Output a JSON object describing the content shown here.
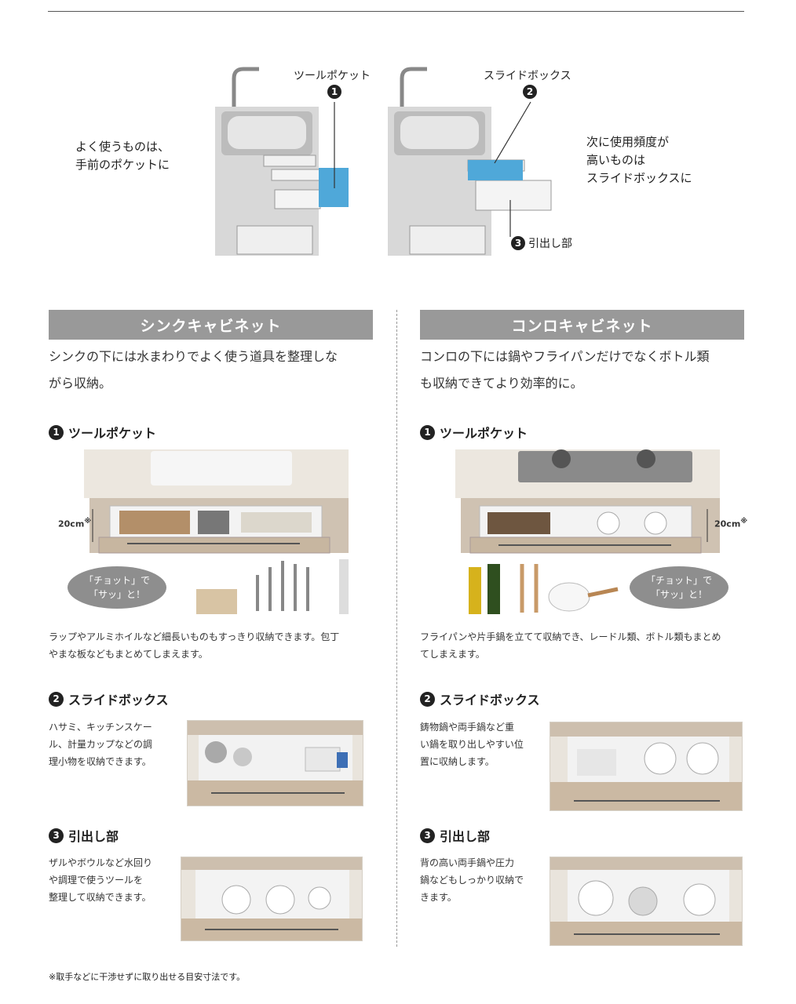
{
  "diagram": {
    "label1": "ツールポケット",
    "label2": "スライドボックス",
    "label3": "引出し部",
    "num1": "1",
    "num2": "2",
    "num3": "3",
    "left_note": [
      "よく使うものは、",
      "手前のポケットに"
    ],
    "right_note": [
      "次に使用頻度が",
      "高いものは",
      "スライドボックスに"
    ]
  },
  "sink": {
    "title": "シンクキャビネット",
    "intro": [
      "シンクの下には水まわりでよく使う道具を整理しな",
      "がら収納。"
    ],
    "s1_num": "1",
    "s1_title": "ツールポケット",
    "dim": "20cm",
    "dim_mark": "※",
    "bubble": [
      "「チョット」で",
      "「サッ」と！"
    ],
    "s1_desc": [
      "ラップやアルミホイルなど細長いものもすっきり収納できます。包丁",
      "やまな板などもまとめてしまえます。"
    ],
    "s2_num": "2",
    "s2_title": "スライドボックス",
    "s2_desc": [
      "ハサミ、キッチンスケー",
      "ル、計量カップなどの調",
      "理小物を収納できます。"
    ],
    "s3_num": "3",
    "s3_title": "引出し部",
    "s3_desc": [
      "ザルやボウルなど水回り",
      "や調理で使うツールを",
      "整理して収納できます。"
    ]
  },
  "stove": {
    "title": "コンロキャビネット",
    "intro": [
      "コンロの下には鍋やフライパンだけでなくボトル類",
      "も収納できてより効率的に。"
    ],
    "s1_num": "1",
    "s1_title": "ツールポケット",
    "dim": "20cm",
    "dim_mark": "※",
    "bubble": [
      "「チョット」で",
      "「サッ」と！"
    ],
    "s1_desc": [
      "フライパンや片手鍋を立てて収納でき、レードル類、ボトル類もまとめ",
      "てしまえます。"
    ],
    "s2_num": "2",
    "s2_title": "スライドボックス",
    "s2_desc": [
      "鋳物鍋や両手鍋など重",
      "い鍋を取り出しやすい位",
      "置に収納します。"
    ],
    "s3_num": "3",
    "s3_title": "引出し部",
    "s3_desc": [
      "背の高い両手鍋や圧力",
      "鍋などもしっかり収納で",
      "きます。"
    ]
  },
  "footnote": "※取手などに干渉せずに取り出せる目安寸法です。",
  "colors": {
    "accent_blue": "#4fa8d9",
    "bar_gray": "#999999",
    "wood": "#cbb9a3"
  }
}
